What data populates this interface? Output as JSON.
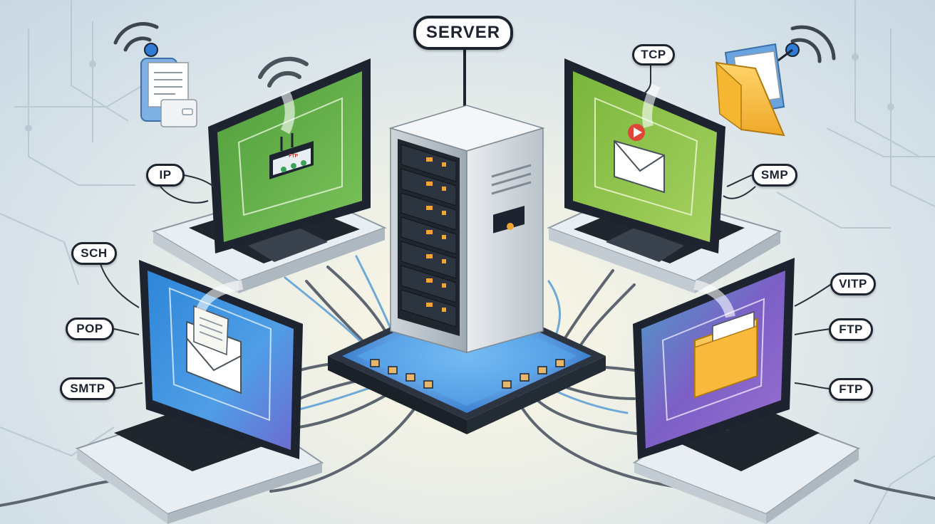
{
  "server": {
    "label": "SERVER"
  },
  "labels": {
    "tcp": "TCP",
    "ip": "IP",
    "smp": "SMP",
    "sch": "SCH",
    "pop": "POP",
    "smtp": "SMTP",
    "vitp": "VITP",
    "ftp_upper": "FTP",
    "ftp_lower": "FTP"
  },
  "screen_badges": {
    "ftp": "FTP"
  },
  "colors": {
    "screen_top_left": "#5cae45",
    "screen_top_right": "#8cc14a",
    "screen_bottom_left": "#3f8fe0",
    "screen_bottom_right": "#7e5cc4",
    "cable": "#6fa9d8",
    "dark": "#1d2430",
    "server_led": "#f2a535"
  },
  "icons": [
    "wifi-icon",
    "document-icon",
    "folder-icon",
    "router-icon",
    "envelope-icon",
    "play-icon"
  ]
}
